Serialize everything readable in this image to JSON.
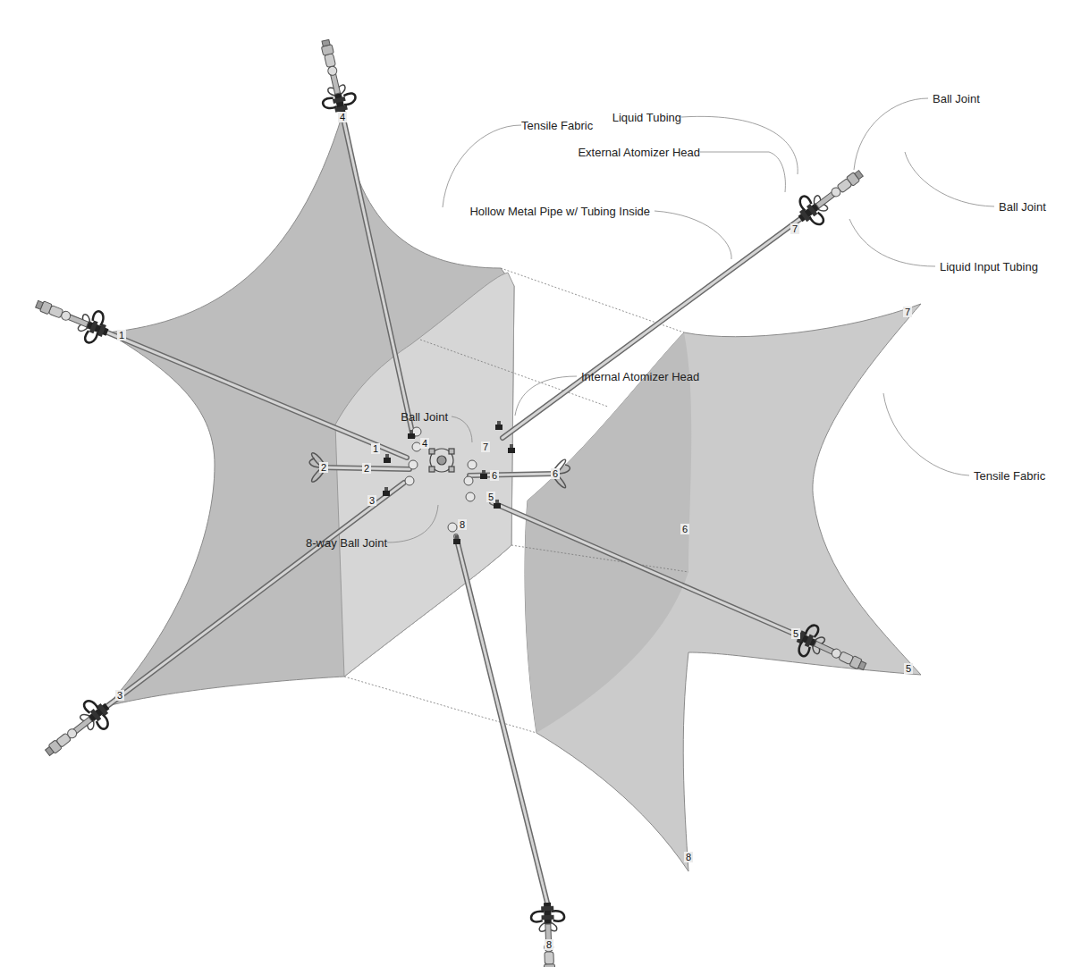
{
  "diagram": {
    "labels": [
      "Tensile Fabric",
      "Liquid Tubing",
      "Ball Joint",
      "External Atomizer Head",
      "Ball Joint",
      "Hollow Metal Pipe w/ Tubing Inside",
      "Liquid Input Tubing",
      "Internal Atomizer Head",
      "Ball Joint",
      "Tensile Fabric",
      "8-way Ball Joint",
      "4",
      "1",
      "3",
      "7",
      "5",
      "8",
      "6",
      "4",
      "1",
      "2",
      "2",
      "3",
      "7",
      "6",
      "6",
      "5",
      "8",
      "7",
      "5",
      "8"
    ]
  }
}
